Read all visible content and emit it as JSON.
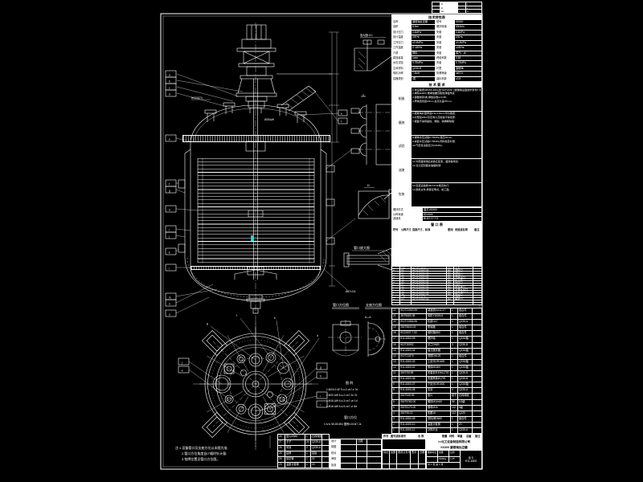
{
  "colors": {
    "bg": "#000000",
    "line": "#ffffff",
    "cyan": "#00e0e0"
  },
  "rev_table": {
    "rows": [
      [
        "",
        "▪▪",
        "",
        "▪"
      ],
      [
        "",
        "▪▪",
        "",
        "▪"
      ],
      [
        "▪",
        "▪▪▪",
        "▪",
        "▪▪"
      ]
    ]
  },
  "spec": {
    "title": "技术特性表",
    "rows": [
      [
        "名称",
        "搪玻璃反应罐",
        "型号",
        "K6300"
      ],
      [
        "容积",
        "6.3m³",
        "搅拌转速",
        "63r/min"
      ],
      [
        "设计压力",
        "0.6MPa",
        "夹套",
        "0.6MPa"
      ],
      [
        "设计温度",
        "200℃",
        "夹套",
        "200℃"
      ],
      [
        "工作压力",
        "≤0.4MPa",
        "夹套",
        "≤0.4MPa"
      ],
      [
        "工作温度",
        "0~180℃",
        "夹套",
        "≤180℃"
      ],
      [
        "介质",
        "物料",
        "夹套",
        "蒸汽、水"
      ],
      [
        "腐蚀裕量",
        "1mm",
        "焊缝系数",
        "0.85"
      ],
      [
        "水压试验",
        "0.75MPa",
        "夹套",
        "0.75MPa"
      ],
      [
        "主体材料",
        "Q235-B",
        "衬里",
        "搪玻璃"
      ],
      [
        "电机功率",
        "7.5kW",
        "防爆等级",
        "dⅡBT4"
      ],
      [
        "容器类别",
        "Ⅰ类",
        "装料系数",
        "≤0.8"
      ]
    ]
  },
  "tech": {
    "title": "技 术 要 求",
    "blocks": [
      {
        "label": "制造",
        "lines": [
          "1.本设备按GB150-2011及HG/T2432《搪玻璃设备技术条件》制造、试验和验收;",
          "2.焊条E4303,角焊缝腰高取较薄板厚度;",
          "3.容器类别Ⅰ类,焊缝系数φ=0.85;",
          "4.筒体直线度≤3mm,总高允差±5mm;"
        ]
      },
      {
        "label": "搪烧",
        "lines": [
          "5.搪玻璃衬里厚度0.8~2.0mm,均匀致密;",
          "6.衬里经20kV高压电火花检验不得击穿;",
          "7.搪面不得有裂纹、爆瓷、鳞爆等缺陷;"
        ]
      },
      {
        "label": "试验",
        "lines": [
          "8.罐体水压试验0.75MPa,保压30min;",
          "9.夹套水压试验0.75MPa,同时检查衬里;",
          "10.气密性试验压力0.6MPa;"
        ]
      },
      {
        "label": "油漆",
        "lines": [
          "11.外表面除锈后涂铁红底漆、面漆各两道;",
          "12.法兰密封面涂油脂防锈;"
        ]
      },
      {
        "label": "包装",
        "lines": [
          "13.包装运输按JB/T4711规定执行;",
          "14.随机文件:质量证明书、竣工图。"
        ]
      }
    ]
  },
  "mixer": {
    "rows": [
      [
        "搅拌形式",
        "锚式 Ø1500"
      ],
      [
        "公称转速",
        "63 r/min"
      ],
      [
        "减速机",
        "BLD2-17-7.5"
      ]
    ]
  },
  "nozzles": {
    "title": "管 口 表",
    "headers": [
      "符号",
      "公称尺寸",
      "连接尺寸、标准",
      "密封面",
      "用途或名称",
      "备注"
    ],
    "rows": [
      [
        "a",
        "500",
        "HG/T21515",
        "FM",
        "人孔",
        ""
      ],
      [
        "b",
        "80",
        "HG/T20592 PL",
        "RF",
        "进料口",
        ""
      ],
      [
        "c",
        "50",
        "HG/T20592 PL",
        "RF",
        "进料口",
        ""
      ],
      [
        "d",
        "40",
        "HG/T20592 PL",
        "RF",
        "回流口",
        ""
      ],
      [
        "e",
        "25",
        "HG/T20592 PL",
        "RF",
        "温度计口",
        ""
      ],
      [
        "f",
        "25",
        "HG/T20592 PL",
        "RF",
        "压力表口",
        ""
      ],
      [
        "g",
        "40",
        "HG/T20592 PL",
        "RF",
        "放空口",
        ""
      ],
      [
        "h",
        "80",
        "HG/T20592 PL",
        "RF",
        "出料口",
        ""
      ],
      [
        "i",
        "40",
        "HG/T20592 PL",
        "RF",
        "蒸汽进口",
        ""
      ],
      [
        "j",
        "40",
        "HG/T20592 PL",
        "RF",
        "冷凝水出口",
        ""
      ],
      [
        "k",
        "25",
        "HG/T20592 PL",
        "RF",
        "夹套放空口",
        ""
      ],
      [
        "l",
        "25",
        "HG/T20592 PL",
        "RF",
        "排污口",
        ""
      ],
      [
        "m",
        "125",
        "HG/T21575",
        "--",
        "视镜口",
        ""
      ],
      [
        "n",
        "50",
        "HG/T20592 PL",
        "RF",
        "备用口",
        ""
      ],
      [
        "",
        "",
        "",
        "",
        "",
        ""
      ],
      [
        "",
        "",
        "",
        "",
        "",
        ""
      ]
    ]
  },
  "bom": {
    "headers": [
      "件号",
      "图号或标准号",
      "名  称",
      "数量",
      "材料",
      "单重",
      "总重",
      "备注"
    ],
    "rows": [
      [
        "22",
        "HG/T21563-95",
        "减速机BLD2-17",
        "1",
        "组合件",
        ""
      ],
      [
        "21",
        "JB/T8680-98",
        "电机Y160M-6",
        "1",
        "组合件",
        ""
      ],
      [
        "20",
        "HG/T21566-95",
        "机架DJ2",
        "1",
        "Q235-A",
        ""
      ],
      [
        "19",
        "GB/T5843-03",
        "联轴器",
        "1",
        "组合件",
        ""
      ],
      [
        "18",
        "HG21537.7-92",
        "填料箱Ø80",
        "1",
        "组合件",
        ""
      ],
      [
        "17",
        "R11-6300-05",
        "搅拌轴",
        "1",
        "Q235/搪",
        ""
      ],
      [
        "16",
        "HG/T20592",
        "法兰DN80",
        "3",
        "Q235-B",
        ""
      ],
      [
        "15",
        "R11-6300-04",
        "锚式搅拌器",
        "1",
        "Q235/搪",
        ""
      ],
      [
        "14",
        "HG/T21575",
        "视镜DN125",
        "1",
        "组合件",
        ""
      ],
      [
        "13",
        "R11-6300-03",
        "上封头DR1600",
        "1",
        "Q235/搪",
        ""
      ],
      [
        "12",
        "R11-6300-02",
        "筒体Ø1600",
        "1",
        "Q235/搪",
        ""
      ],
      [
        "11",
        "GB/T25198",
        "夹套封头EHA1700",
        "1",
        "Q235-B",
        ""
      ],
      [
        "10",
        "R11-6300-06",
        "夹套筒体Ø1700",
        "1",
        "Q235-B",
        ""
      ],
      [
        "9",
        "R11-6300-07",
        "下封头DR1600",
        "1",
        "Q235/搪",
        ""
      ],
      [
        "8",
        "R11-6300-08",
        "支耳",
        "4",
        "Q235-A",
        ""
      ],
      [
        "7",
        "GB/T539-95",
        "垫片",
        "若干",
        "石棉橡胶",
        ""
      ],
      [
        "6",
        "GB/T5782-00",
        "螺栓M16×60",
        "56",
        "8.8级",
        ""
      ],
      [
        "5",
        "GB/T6170-00",
        "螺母M16",
        "112",
        "8级",
        ""
      ],
      [
        "4",
        "GB/T95-02",
        "垫圈16",
        "112",
        "Q235",
        ""
      ],
      [
        "3",
        "R11-6300-09",
        "放料阀DN80",
        "1",
        "组合件",
        ""
      ],
      [
        "2",
        "R11-6300-10",
        "温度计套管",
        "1",
        "20",
        ""
      ],
      [
        "1",
        "R11-6300-11",
        "扶梯平台",
        "1",
        "Q235-A",
        ""
      ]
    ]
  },
  "mini_bom": {
    "rows": [
      [
        "28",
        "垫片Ø560",
        "1",
        "石棉橡胶",
        ""
      ],
      [
        "27",
        "卡子",
        "24",
        "Q235-A",
        ""
      ],
      [
        "26",
        "吊耳",
        "2",
        "Q235-A",
        ""
      ],
      [
        "25",
        "铭牌",
        "1",
        "铝板",
        ""
      ],
      [
        "24",
        "放空管",
        "1",
        "20",
        ""
      ],
      [
        "23",
        "温度计套管",
        "1",
        "20",
        ""
      ]
    ]
  },
  "title_block": {
    "sig_rows": [
      [
        "设计",
        "",
        "日期",
        ""
      ],
      [
        "制图",
        "",
        "",
        ""
      ],
      [
        "校对",
        "",
        "",
        ""
      ],
      [
        "审核",
        "",
        "",
        ""
      ],
      [
        "批准",
        "",
        "",
        ""
      ]
    ],
    "mid_headers": [
      "标记",
      "处数",
      "更改文件号",
      "签字",
      "日期"
    ],
    "mid_rows": [
      [
        "",
        "",
        "",
        "",
        ""
      ],
      [
        "",
        "",
        "",
        "",
        ""
      ]
    ],
    "company": "××化工设备制造有限公司",
    "drawing_title": "K6300 搪玻璃反应罐",
    "grid_headers": [
      "图样标记",
      "重量",
      "比例"
    ],
    "grid_values": [
      "",
      "6300kg",
      "1:25"
    ],
    "sheet": "共 1 张  第 1 张",
    "dwg_no_label": "图 号",
    "dwg_no": "R11-6300"
  },
  "legend": {
    "title": "图  例",
    "rows": [
      "1.M24×2  ΔF  9-Ⅱ-2-Ⅶ7-Ⅱ  7d",
      "2.M20    ΔW  6-Ⅱ-2-Ⅶ7-2Ⅱ 7d",
      "3.M16    ΔW  6-Ⅱ-3-Ⅶ7-Ⅶ  1d",
      "4.M16    ΔW  6-Ⅱ-5-Ⅶ7-Ⅵ  8d"
    ],
    "title2": "管口方位",
    "line2": "1.ⅣⅣ 66-80-604  图例4-6/Ⅶ7-1Ⅱ"
  },
  "drawing": {
    "labels": {
      "lift": "HG21574",
      "cw": "Ø25/ΔW",
      "coil": "Ø57×3.5",
      "d1": "放大图Ⅰ 5:1",
      "d3": "D",
      "d4": "管口放大图",
      "u1": "管口方位图",
      "u2": "支座方位图",
      "aa": "A—A"
    },
    "balloons_main": [
      "a",
      "b",
      "c",
      "d",
      "e",
      "f",
      "g",
      "h",
      "i",
      "j",
      "k",
      "l",
      "m",
      "n",
      "o"
    ],
    "balloons_dome": [
      "e",
      "f"
    ],
    "balloons_circle_left": [
      "j",
      "k"
    ],
    "balloons_circle_right": [
      "g",
      "h",
      "i",
      "l"
    ],
    "leader_letters": [
      "g",
      "f",
      "e",
      "d"
    ],
    "notes": {
      "l1": "注:1.设备管口及支座方位以本图为准;",
      "l2": "2.管口方位角度自0°顺时针计量;",
      "l3": "3.铭牌位置见管口方位图。"
    }
  }
}
